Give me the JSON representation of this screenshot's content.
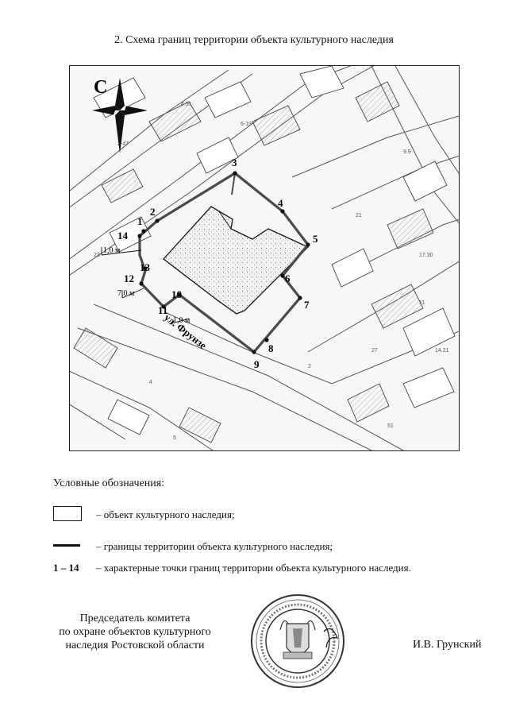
{
  "title": "2. Схема границ территории объекта культурного наследия",
  "map": {
    "north_label": "С",
    "street_label": "ул. Фрунзе",
    "points": [
      "1",
      "2",
      "3",
      "4",
      "5",
      "6",
      "7",
      "8",
      "9",
      "10",
      "11",
      "12",
      "13",
      "14"
    ],
    "dimensions": [
      "1,0 м",
      "7,0 м",
      "1,0 м"
    ]
  },
  "legend": {
    "heading": "Условные обозначения:",
    "items": [
      {
        "symbol": "box-outline",
        "text": "– объект культурного наследия;"
      },
      {
        "symbol": "thick-line",
        "text": "– границы территории объекта культурного наследия;"
      },
      {
        "range": "1 – 14",
        "text": "– характерные точки границ территории объекта культурного наследия."
      }
    ]
  },
  "signature": {
    "lines": [
      "Председатель комитета",
      "по охране объектов культурного",
      "наследия Ростовской области"
    ],
    "name": "И.В. Грунский"
  },
  "colors": {
    "boundary": "#4a4a4a",
    "ink": "#111111",
    "stamp": "#333333"
  }
}
